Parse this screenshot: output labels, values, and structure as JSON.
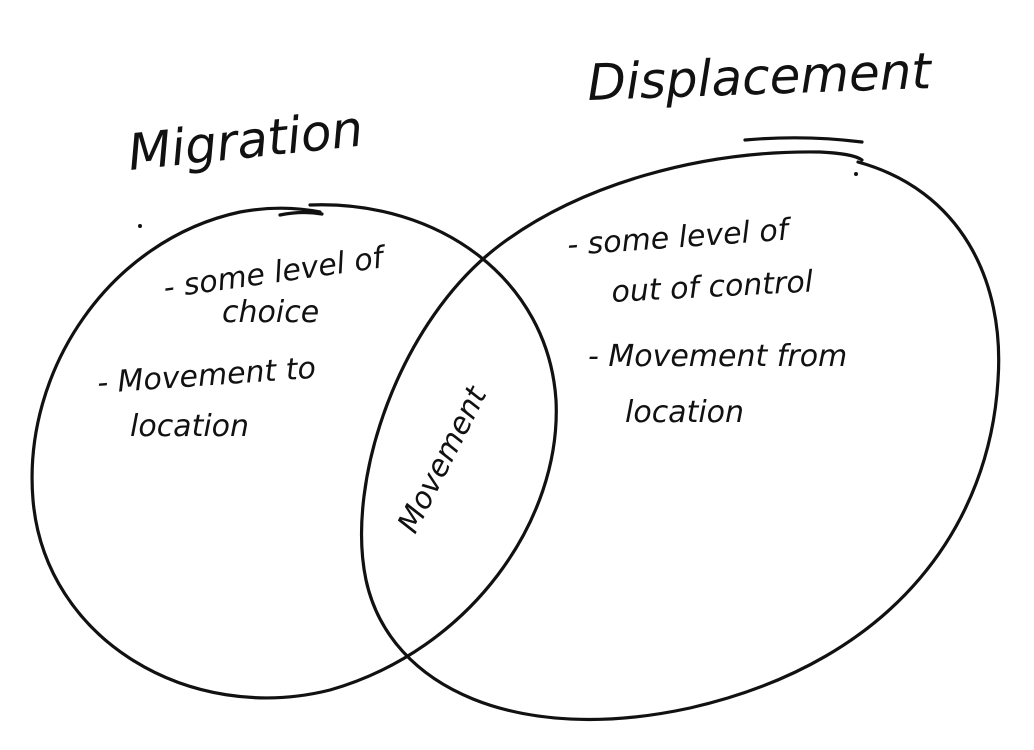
{
  "diagram": {
    "type": "venn",
    "ink_color": "#111111",
    "background_color": "#ffffff",
    "left_set": {
      "title": "Migration",
      "points": [
        {
          "line1": "- some level of",
          "line2": "choice"
        },
        {
          "line1": "- Movement to",
          "line2": "location"
        }
      ]
    },
    "right_set": {
      "title": "Displacement",
      "points": [
        {
          "line1": "- some level of",
          "line2": "out of control"
        },
        {
          "line1": "- Movement from",
          "line2": "location"
        }
      ]
    },
    "intersection": {
      "label": "Movement"
    }
  }
}
